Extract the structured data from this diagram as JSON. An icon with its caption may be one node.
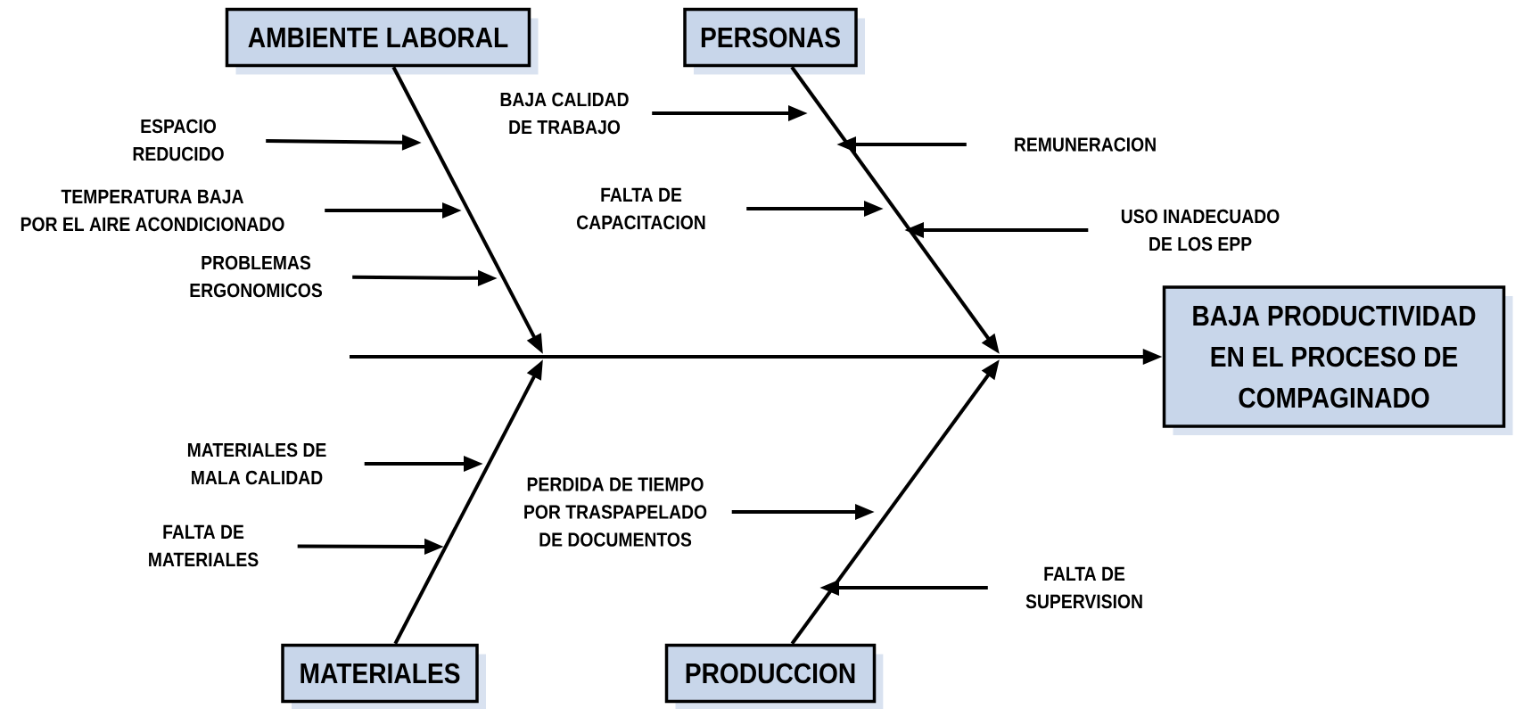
{
  "diagram": {
    "nodes": [
      {
        "text": [
          "AMBIENTE LABORAL"
        ]
      },
      {
        "text": [
          "PERSONAS"
        ]
      },
      {
        "text": [
          "BAJA PRODUCTIVIDAD EN EL PROCESO DE COMPAGINADO"
        ]
      },
      {
        "text": [
          "MATERIALES"
        ]
      },
      {
        "text": [
          "PRODUCCION"
        ]
      },
      {
        "text": [
          "ESPACIO REDUCIDO"
        ]
      },
      {
        "text": [
          "TEMPERATURA BAJA POR EL AIRE ACONDICIONADO"
        ]
      },
      {
        "text": [
          "PROBLEMAS ERGONOMICOS"
        ]
      },
      {
        "text": [
          "BAJA CALIDAD DE TRABAJO"
        ]
      },
      {
        "text": [
          "REMUNERACION"
        ]
      },
      {
        "text": [
          "FALTA DE CAPACITACION"
        ]
      },
      {
        "text": [
          "USO INADECUADO DE LOS EPP"
        ]
      },
      {
        "text": [
          "MATERIALES DE MALA CALIDAD"
        ]
      },
      {
        "text": [
          "FALTA DE MATERIALES"
        ]
      },
      {
        "text": [
          "PERDIDA DE TIEMPO POR TRASPAPELADO DE DOCUMENTOS"
        ]
      },
      {
        "text": [
          "FALTA DE SUPERVISION"
        ]
      }
    ],
    "edges": [
      {
        "from": null,
        "to": 2,
        "arrow": "to"
      },
      {
        "from": 0,
        "to": null,
        "arrow": "to"
      },
      {
        "from": 1,
        "to": null,
        "arrow": "to"
      },
      {
        "from": 3,
        "to": null,
        "arrow": "to"
      },
      {
        "from": 4,
        "to": null,
        "arrow": "to"
      },
      {
        "from": 5,
        "to": null,
        "arrow": "to"
      },
      {
        "from": 6,
        "to": null,
        "arrow": "to"
      },
      {
        "from": 7,
        "to": null,
        "arrow": "to"
      },
      {
        "from": 8,
        "to": null,
        "arrow": "to"
      },
      {
        "from": 9,
        "to": null,
        "arrow": "to"
      },
      {
        "from": 10,
        "to": null,
        "arrow": "to"
      },
      {
        "from": 11,
        "to": null,
        "arrow": "to"
      },
      {
        "from": 12,
        "to": null,
        "arrow": "to"
      },
      {
        "from": 13,
        "to": null,
        "arrow": "to"
      },
      {
        "from": 14,
        "to": null,
        "arrow": "to"
      },
      {
        "from": 15,
        "to": null,
        "arrow": "to"
      }
    ]
  }
}
